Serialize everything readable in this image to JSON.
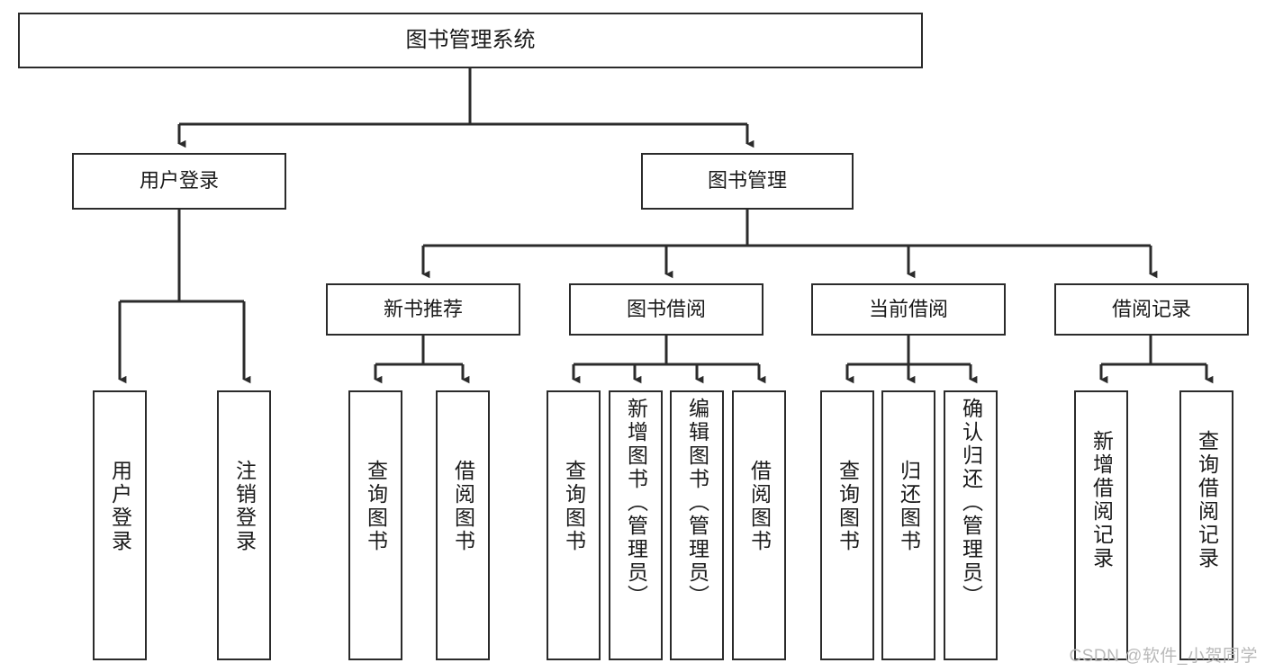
{
  "diagram": {
    "title": "图书管理系统",
    "type": "tree",
    "orientation": "top-down",
    "colors": {
      "node_border": "#2b2b2b",
      "node_fill": "#ffffff",
      "connector": "#2b2b2b",
      "text": "#1a1a1a",
      "watermark": "#b9b9b9",
      "background": "#ffffff"
    },
    "root": {
      "id": "root",
      "label": "图书管理系统"
    },
    "level1": [
      {
        "id": "user-login",
        "label": "用户登录"
      },
      {
        "id": "book-management",
        "label": "图书管理"
      }
    ],
    "level2": [
      {
        "id": "new-book-recommend",
        "label": "新书推荐",
        "parent": "book-management"
      },
      {
        "id": "book-borrow",
        "label": "图书借阅",
        "parent": "book-management"
      },
      {
        "id": "current-borrow",
        "label": "当前借阅",
        "parent": "book-management"
      },
      {
        "id": "borrow-record",
        "label": "借阅记录",
        "parent": "book-management"
      }
    ],
    "leaves": [
      {
        "id": "leaf-user-login",
        "label": "用户登录",
        "parent": "user-login"
      },
      {
        "id": "leaf-logout",
        "label": "注销登录",
        "parent": "user-login"
      },
      {
        "id": "leaf-query-book-1",
        "label": "查询图书",
        "parent": "new-book-recommend"
      },
      {
        "id": "leaf-borrow-book-1",
        "label": "借阅图书",
        "parent": "new-book-recommend"
      },
      {
        "id": "leaf-query-book-2",
        "label": "查询图书",
        "parent": "book-borrow"
      },
      {
        "id": "leaf-add-book",
        "label": "新增图书（管理员）",
        "parent": "book-borrow"
      },
      {
        "id": "leaf-edit-book",
        "label": "编辑图书（管理员）",
        "parent": "book-borrow"
      },
      {
        "id": "leaf-borrow-book-2",
        "label": "借阅图书",
        "parent": "book-borrow"
      },
      {
        "id": "leaf-query-book-3",
        "label": "查询图书",
        "parent": "current-borrow"
      },
      {
        "id": "leaf-return-book",
        "label": "归还图书",
        "parent": "current-borrow"
      },
      {
        "id": "leaf-confirm-return",
        "label": "确认归还（管理员）",
        "parent": "current-borrow"
      },
      {
        "id": "leaf-add-record",
        "label": "新增借阅记录",
        "parent": "borrow-record"
      },
      {
        "id": "leaf-query-record",
        "label": "查询借阅记录",
        "parent": "borrow-record"
      }
    ]
  },
  "watermark": {
    "text": "CSDN @软件_小贺同学"
  }
}
